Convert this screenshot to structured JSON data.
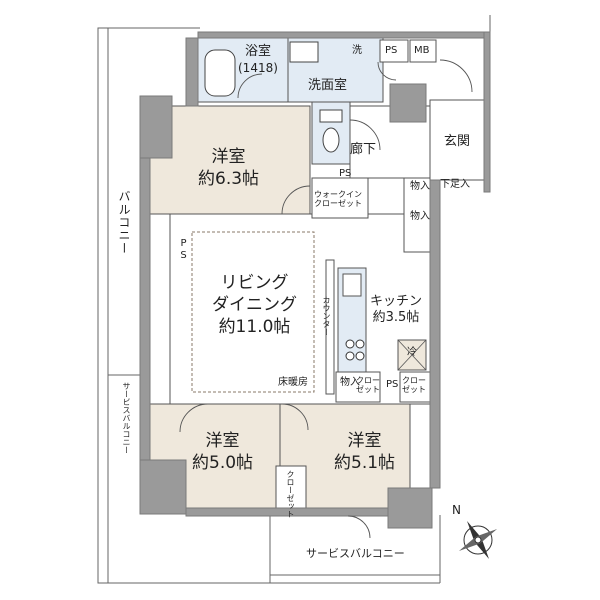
{
  "rooms": {
    "bath": {
      "name": "浴室",
      "size": "(1418)"
    },
    "washroom": {
      "name": "洗面室",
      "washer": "洗"
    },
    "western1": {
      "name": "洋室",
      "area": "約6.3帖"
    },
    "hall": {
      "name": "廊下"
    },
    "entrance": {
      "name": "玄関"
    },
    "shoe_closet": {
      "name": "下足入"
    },
    "walkin": {
      "line1": "ウォークイン",
      "line2": "クローゼット"
    },
    "storage1": {
      "name": "物入"
    },
    "storage2": {
      "name": "物入"
    },
    "living": {
      "line1": "リビング",
      "line2": "ダイニング",
      "area": "約11.0帖"
    },
    "floor_heating": {
      "name": "床暖房"
    },
    "counter": {
      "name": "カウンター"
    },
    "kitchen": {
      "name": "キッチン",
      "area": "約3.5帖"
    },
    "storage3": {
      "name": "物入"
    },
    "closet1": {
      "line1": "クロー",
      "line2": "ゼット"
    },
    "closet2": {
      "line1": "クロー",
      "line2": "ゼット"
    },
    "western2": {
      "name": "洋室",
      "area": "約5.0帖"
    },
    "western3": {
      "name": "洋室",
      "area": "約5.1帖"
    },
    "closet3": {
      "name": "クローゼット"
    },
    "fridge": {
      "name": "冷"
    }
  },
  "balconies": {
    "main": "バルコニー",
    "service_left": "サービスバルコニー",
    "service_bottom": "サービスバルコニー"
  },
  "markers": {
    "ps": "PS",
    "mb": "MB"
  },
  "compass": {
    "north": "N"
  },
  "colors": {
    "wall": "#9a9a9a",
    "wall_dark": "#7f7f7f",
    "western_floor": "#efe8dc",
    "wet_area": "#e2ebf4",
    "line": "#444444"
  }
}
